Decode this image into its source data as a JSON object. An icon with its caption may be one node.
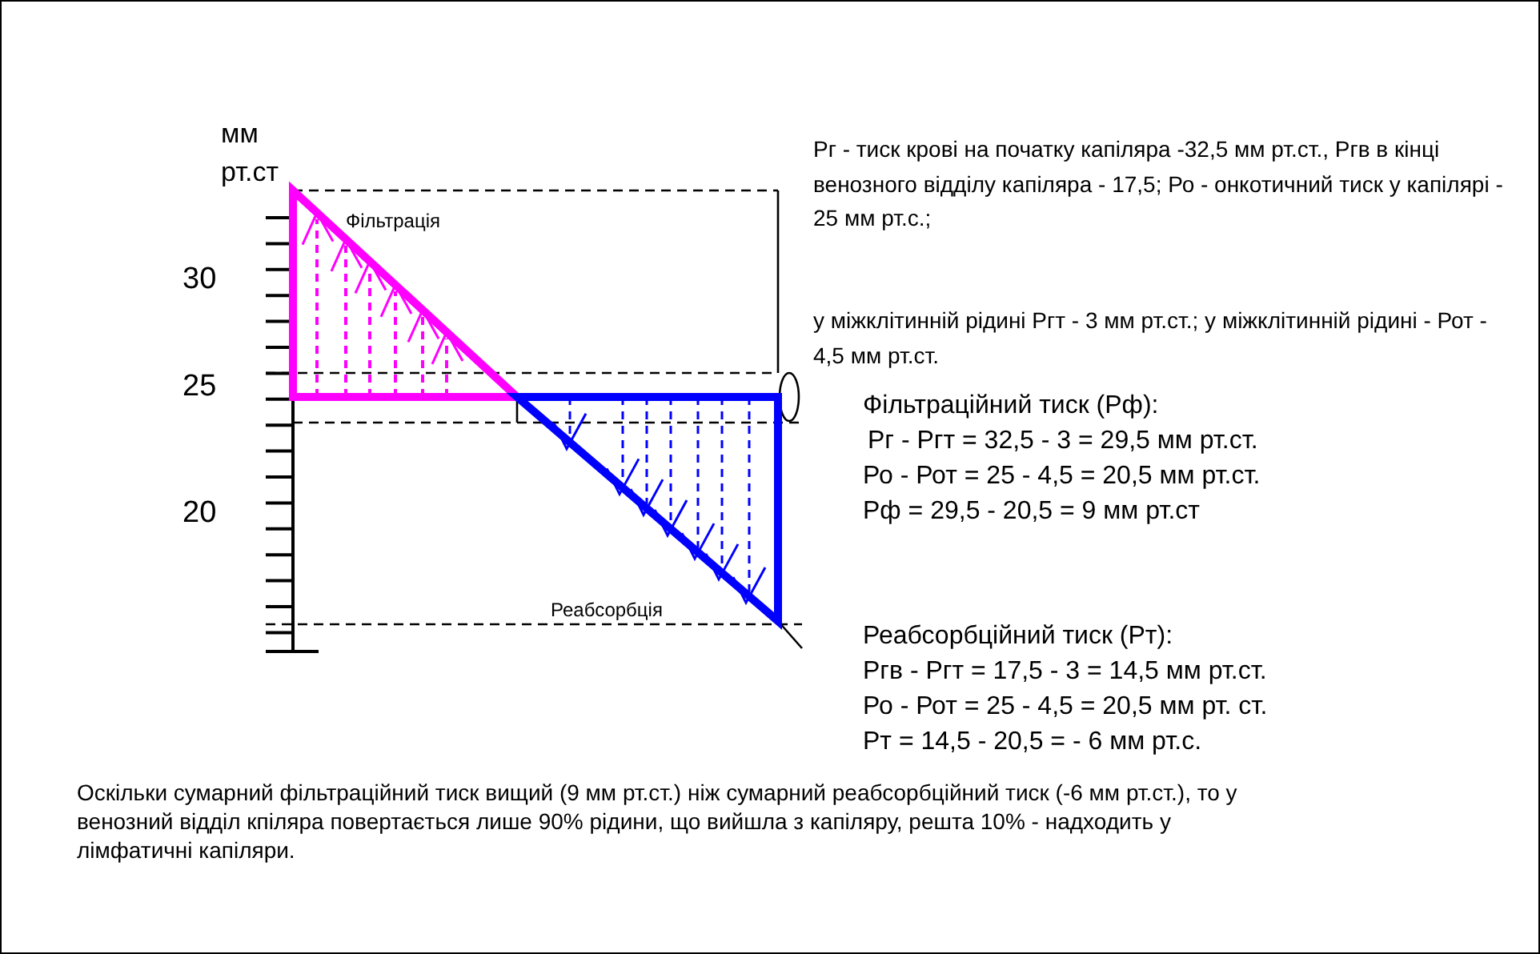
{
  "diagram": {
    "labels": [
      "мм рт.ст",
      "30",
      "25",
      "20",
      "Фільтрація",
      "Реабсорбція",
      "Рг - тиск крові на початку капіляра -32,5 мм рт.ст., Ргв в кінці венозного відділу капіляра - 17,5; Ро - онкотичний тиск у капілярі - 25 мм рт.с.;",
      "у міжклітинній рідині Ргт - 3 мм рт.ст.; у міжклітинній рідині - Рот - 4,5 мм рт.ст.",
      "Фільтраційний тиск (Рф):",
      "Рг - Ргт = 32,5 - 3 = 29,5 мм рт.ст.",
      "Ро - Рот = 25 - 4,5 = 20,5 мм рт.ст.",
      "Рф = 29,5 - 20,5 = 9 мм рт.ст",
      "Реабсорбційний тиск (Рт):",
      "Ргв - Ргт = 17,5 - 3 = 14,5 мм рт.ст.",
      "Ро - Рот = 25 - 4,5 = 20,5 мм рт. ст.",
      "Рт = 14,5 - 20,5 = - 6 мм рт.с.",
      "Оскільки сумарний фільтраційний тиск вищий (9 мм рт.ст.) ніж сумарний реабсорбційний тиск (-6 мм рт.ст.), то у венозний відділ кпіляра повертається лише 90% рідини, що вийшла з капіляру, решта 10% - надходить у лімфатичні капіляри."
    ]
  }
}
